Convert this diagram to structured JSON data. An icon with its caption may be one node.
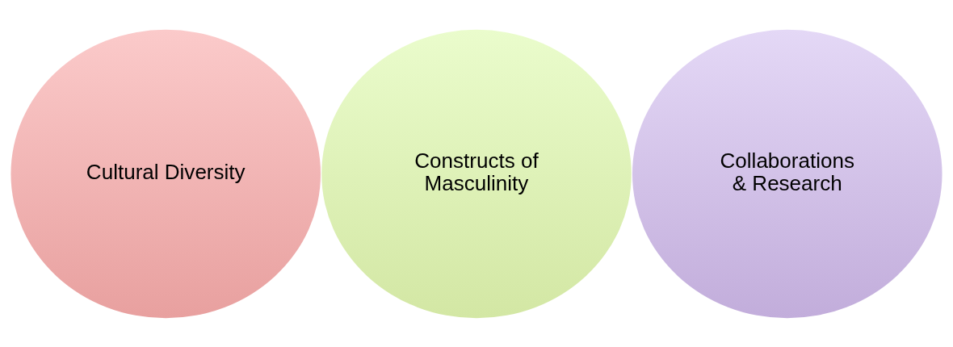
{
  "diagram": {
    "nodes": [
      {
        "text": [
          "Cultural Diversity"
        ]
      },
      {
        "text": [
          "Constructs of Masculinity"
        ]
      },
      {
        "text": [
          "Collaborations & Research"
        ]
      }
    ]
  }
}
